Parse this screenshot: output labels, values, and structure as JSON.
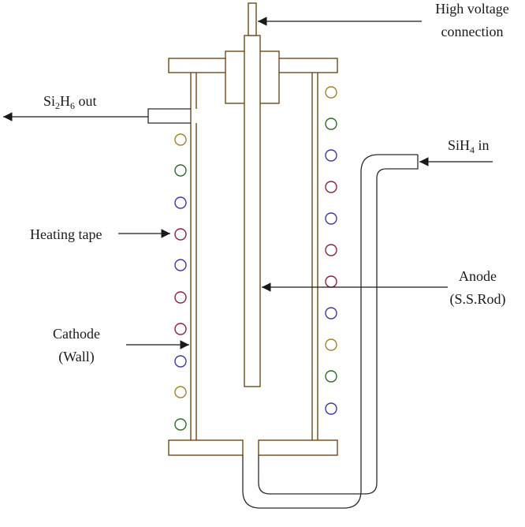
{
  "labels": {
    "high_voltage_line1": "High voltage",
    "high_voltage_line2": "connection",
    "si2h6_prefix": "Si",
    "si2h6_sub1": "2",
    "si2h6_mid": "H",
    "si2h6_sub2": "6",
    "si2h6_suffix": " out",
    "sih4_prefix": "SiH",
    "sih4_sub": "4",
    "sih4_suffix": " in",
    "heating_tape": "Heating tape",
    "anode_line1": "Anode",
    "anode_line2": "(S.S.Rod)",
    "cathode_line1": "Cathode",
    "cathode_line2": "(Wall)"
  },
  "colors": {
    "reactor_outline": "#6b4a1c",
    "tube_outline": "#2b2b2b",
    "coil_tan": "#a0842c",
    "coil_green": "#2e6b2e",
    "coil_blue": "#3a3aa0",
    "coil_maroon": "#8a2340"
  },
  "left_coils": [
    "tan",
    "green",
    "blue",
    "maroon",
    "blue",
    "maroon",
    "maroon",
    "blue",
    "tan",
    "green"
  ],
  "right_coils": [
    "tan",
    "green",
    "blue",
    "maroon",
    "blue",
    "maroon",
    "maroon",
    "blue",
    "tan",
    "green",
    "blue"
  ]
}
